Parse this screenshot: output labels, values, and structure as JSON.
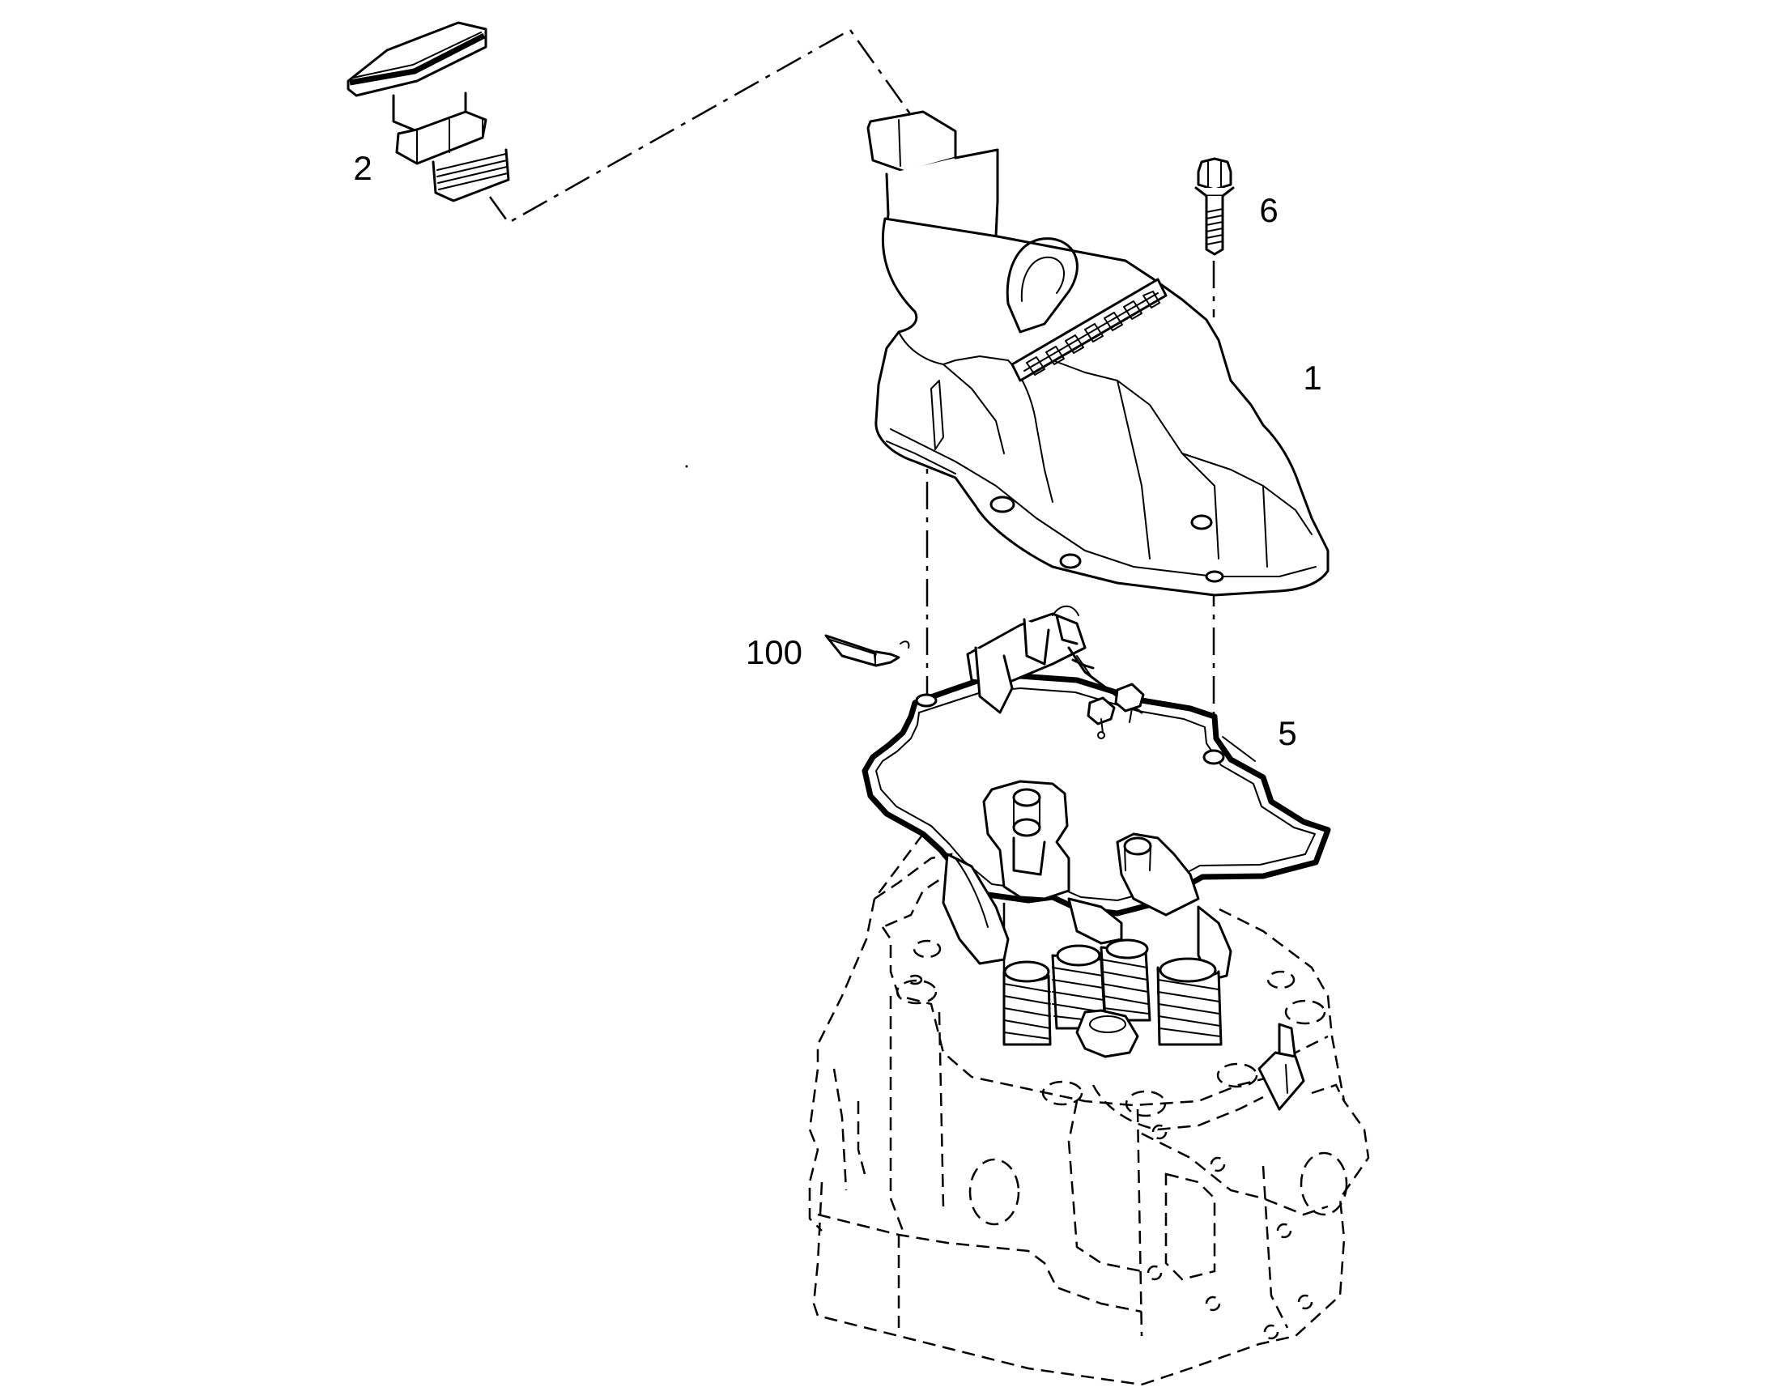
{
  "callouts": [
    {
      "id": "2",
      "text": "2"
    },
    {
      "id": "6",
      "text": "6"
    },
    {
      "id": "1",
      "text": "1"
    },
    {
      "id": "100",
      "text": "100"
    },
    {
      "id": "5",
      "text": "5"
    }
  ],
  "colors": {
    "line": "#000000",
    "background": "#ffffff"
  }
}
